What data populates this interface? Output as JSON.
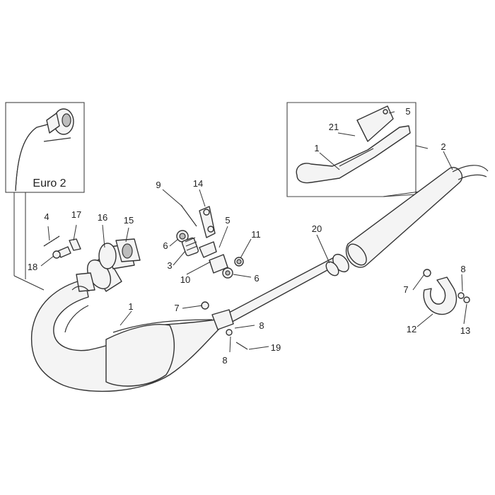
{
  "inset_label": "Euro 2",
  "callouts": [
    {
      "id": "c-1a",
      "text": "1"
    },
    {
      "id": "c-1b",
      "text": "1"
    },
    {
      "id": "c-2",
      "text": "2"
    },
    {
      "id": "c-3",
      "text": "3"
    },
    {
      "id": "c-4",
      "text": "4"
    },
    {
      "id": "c-5a",
      "text": "5"
    },
    {
      "id": "c-5b",
      "text": "5"
    },
    {
      "id": "c-6a",
      "text": "6"
    },
    {
      "id": "c-6b",
      "text": "6"
    },
    {
      "id": "c-7a",
      "text": "7"
    },
    {
      "id": "c-7b",
      "text": "7"
    },
    {
      "id": "c-8a",
      "text": "8"
    },
    {
      "id": "c-8b",
      "text": "8"
    },
    {
      "id": "c-8c",
      "text": "8"
    },
    {
      "id": "c-9",
      "text": "9"
    },
    {
      "id": "c-10",
      "text": "10"
    },
    {
      "id": "c-11",
      "text": "11"
    },
    {
      "id": "c-12",
      "text": "12"
    },
    {
      "id": "c-13",
      "text": "13"
    },
    {
      "id": "c-14",
      "text": "14"
    },
    {
      "id": "c-15",
      "text": "15"
    },
    {
      "id": "c-16",
      "text": "16"
    },
    {
      "id": "c-17",
      "text": "17"
    },
    {
      "id": "c-18",
      "text": "18"
    },
    {
      "id": "c-19",
      "text": "19"
    },
    {
      "id": "c-20",
      "text": "20"
    },
    {
      "id": "c-21",
      "text": "21"
    }
  ]
}
